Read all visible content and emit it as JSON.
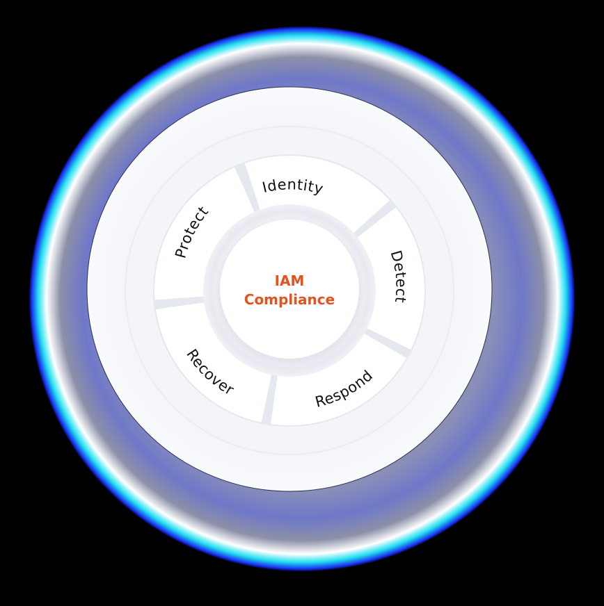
{
  "diagram": {
    "center": {
      "line1": "IAM",
      "line2": "Compliance",
      "color": "#E2531F"
    },
    "segments": [
      {
        "label": "Identity"
      },
      {
        "label": "Detect"
      },
      {
        "label": "Respond"
      },
      {
        "label": "Recover"
      },
      {
        "label": "Protect"
      }
    ],
    "colors": {
      "background": "#000000",
      "disc": "#F7F8FB",
      "segment_fill": "#FFFFFF",
      "divider": "#E4E6EE",
      "label_text": "#111111",
      "glow_inner": "#7A80C0",
      "glow_edge": "#1F2BFF",
      "glow_cyan": "#19E6F0"
    }
  }
}
